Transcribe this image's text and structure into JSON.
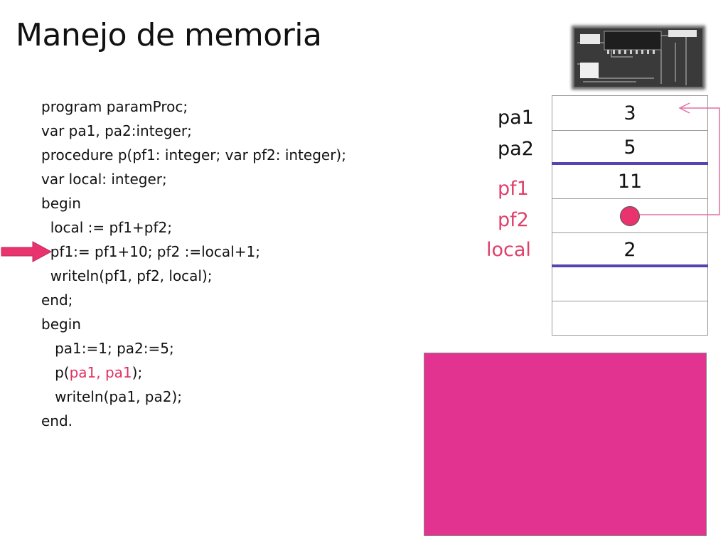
{
  "title": "Manejo de memoria",
  "code_lines": [
    [
      {
        "t": "program paramProc;"
      }
    ],
    [
      {
        "t": "var pa1, pa2:integer;"
      }
    ],
    [
      {
        "t": "procedure p(pf1: integer; var pf2: integer);"
      }
    ],
    [
      {
        "t": "var local: integer;"
      }
    ],
    [
      {
        "t": "begin"
      }
    ],
    [
      {
        "t": "  local := pf1+pf2;"
      }
    ],
    [
      {
        "t": "  pf1:= pf1+10; pf2 :=local+1;"
      }
    ],
    [
      {
        "t": "  writeln(pf1, pf2, local);"
      }
    ],
    [
      {
        "t": "end;"
      }
    ],
    [
      {
        "t": "begin"
      }
    ],
    [
      {
        "t": "   pa1:=1; pa2:=5;"
      }
    ],
    [
      {
        "t": "   p("
      },
      {
        "t": "pa1, pa1",
        "hl": true
      },
      {
        "t": ");"
      }
    ],
    [
      {
        "t": "   writeln(pa1, pa2);"
      }
    ],
    [
      {
        "t": "end."
      }
    ]
  ],
  "current_line": 6,
  "memory": {
    "labels": [
      {
        "text": "pa1",
        "color": "black"
      },
      {
        "text": "pa2",
        "color": "black"
      },
      {
        "text": "pf1",
        "color": "red"
      },
      {
        "text": "pf2",
        "color": "red"
      },
      {
        "text": "local",
        "color": "red"
      }
    ],
    "cells": [
      "3",
      "5",
      "11",
      "",
      "2",
      "",
      ""
    ],
    "pointer_cell": 3,
    "pointer_target_cell": 0,
    "frame_boundaries_after": [
      1,
      4
    ]
  },
  "colors": {
    "highlight": "#e03060",
    "arrow": "#e8336e",
    "frame_line": "#5545b0",
    "panel": "#e23390"
  },
  "icons": [
    "current-line-arrow-icon",
    "memory-chip-icon"
  ]
}
